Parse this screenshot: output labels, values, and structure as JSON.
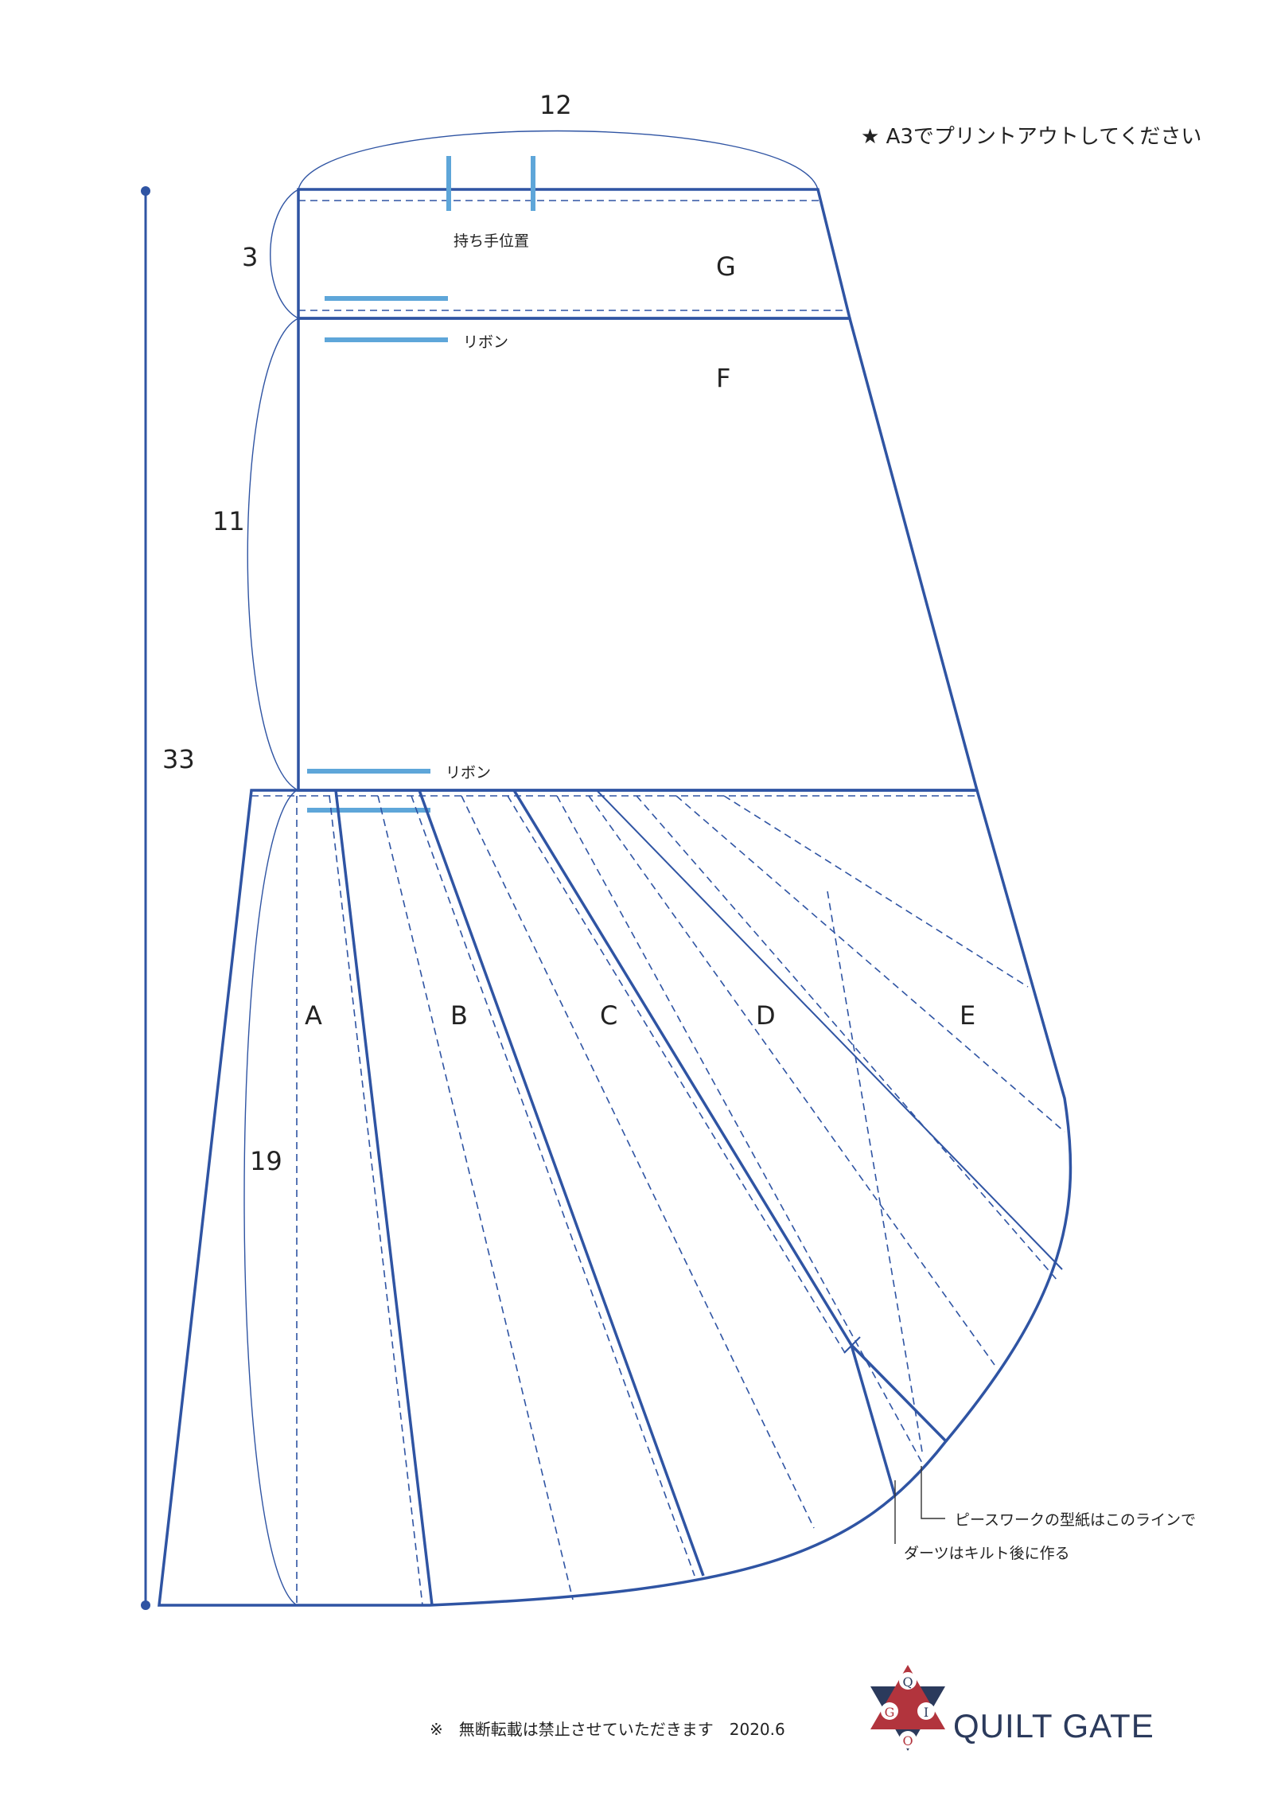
{
  "print_note": "★ A3でプリントアウトしてください",
  "dimensions": {
    "top_width": "12",
    "band_g_height": "3",
    "band_f_height": "11",
    "total_height": "33",
    "lower_height": "19"
  },
  "pieces": {
    "a": "A",
    "b": "B",
    "c": "C",
    "d": "D",
    "e": "E",
    "f": "F",
    "g": "G"
  },
  "notes": {
    "handle_position": "持ち手位置",
    "ribbon_upper": "リボン",
    "ribbon_lower": "リボン",
    "piecework_line": "ピースワークの型紙はこのラインで",
    "dart_note": "ダーツはキルト後に作る"
  },
  "footer": {
    "copyright": "※　無断転載は禁止させていただきます　2020.6"
  },
  "brand": {
    "name": "QUILT GATE",
    "logo_letters": [
      "Q",
      "G",
      "I",
      "O"
    ],
    "logo_colors": {
      "navy": "#2b3a5c",
      "red": "#b2343d"
    }
  },
  "colors": {
    "pattern_line": "#2f54a3",
    "marker": "#5ea6d9"
  }
}
